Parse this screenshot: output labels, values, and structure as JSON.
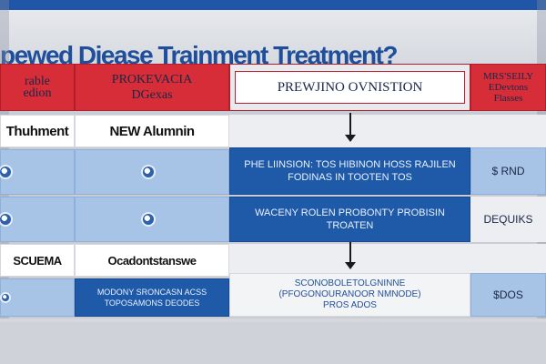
{
  "title": "pewed Diease Trainment Treatment?",
  "header": {
    "col0": "rable\nedion",
    "col1": "PROKEVACIA\nDGexas",
    "col2": "PREWJINO OVNISTION",
    "col3": "MRS'SEILY\nEDevtons\nFlasses"
  },
  "rows": {
    "row1": {
      "col0": "Thuhment",
      "col1": "NEW Alumnin"
    },
    "row2": {
      "col2_line1": "PHE LIINSION: TOS HIBINON HOSS RAJILEN",
      "col2_line2": "FODINAS IN TOOTEN TOS",
      "col3": "$ RND"
    },
    "row3": {
      "col2": "WACENY ROLEN PROBONTY PROBISIN TROATEN",
      "col3": "DEQUIKS"
    },
    "row4": {
      "col0": "SCUEMA",
      "col1": "Ocadontstanswe"
    },
    "row5": {
      "col1_line1": "MODONY SRONCASN ACSS",
      "col1_line2": "TOPOSAMONS DEODES",
      "col2_line1": "SCONOBOLETOLGNINNE",
      "col2_line2": "(PFOGONOURANOOR NMNODE)",
      "col2_line3": "PROS ADOS",
      "col3": "$DOS"
    }
  },
  "colors": {
    "header_red": "#d62d38",
    "dark_blue": "#1f5aa9",
    "light_blue": "#a7c3e6",
    "title_blue": "#1f4f9a"
  },
  "icons": [
    "dot-icon",
    "dot-icon",
    "dot-icon",
    "dot-icon",
    "arrow-down-icon",
    "arrow-down-icon"
  ]
}
